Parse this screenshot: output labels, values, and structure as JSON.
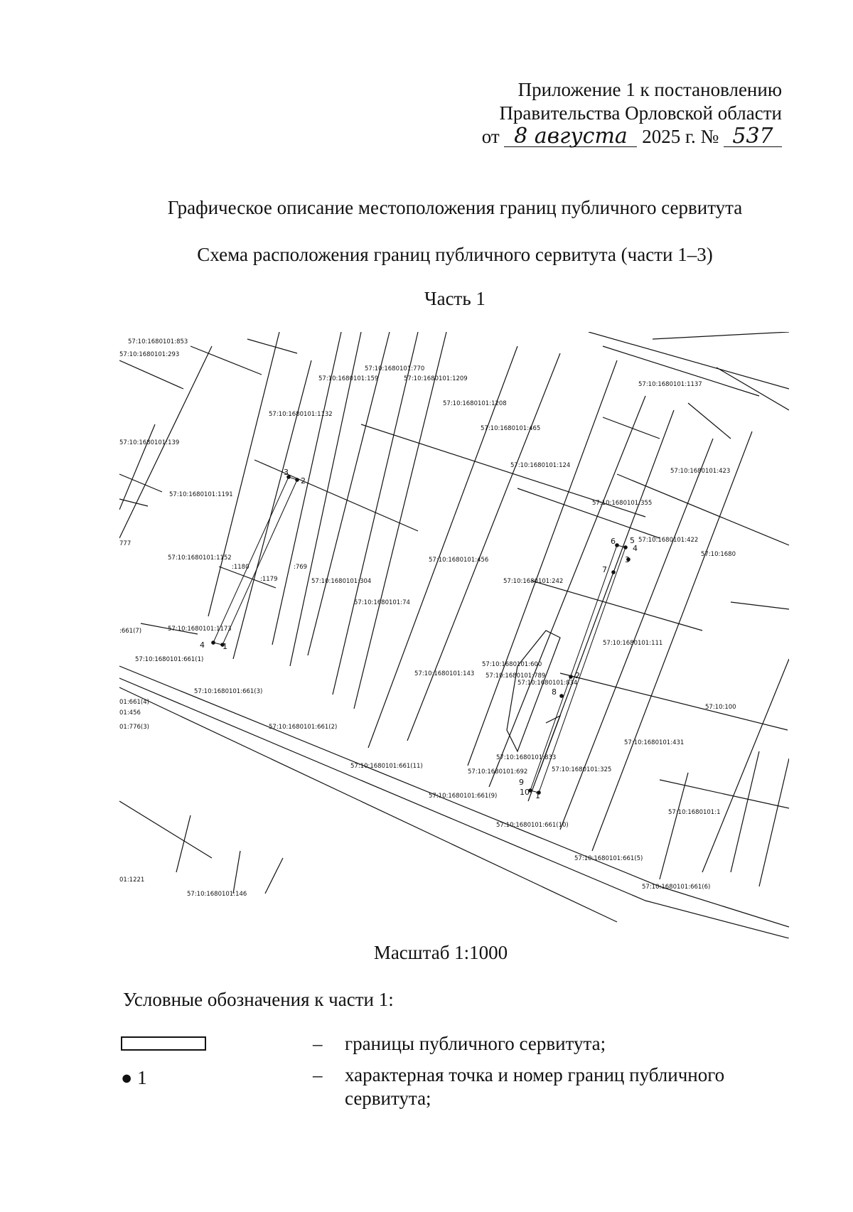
{
  "appendix": {
    "line1": "Приложение 1 к постановлению",
    "line2": "Правительства Орловской области",
    "date_prefix": "от",
    "date_handwritten": "8 августа",
    "year_text": "2025 г. №",
    "number_handwritten": "537"
  },
  "titles": {
    "main": "Графическое описание местоположения границ публичного сервитута",
    "scheme": "Схема расположения границ публичного сервитута (части 1–3)",
    "part": "Часть 1"
  },
  "map": {
    "parcel_labels": [
      "57:10:1680101:853",
      "57:10:1680101:293",
      "57:10:1680101:770",
      "57:10:1680101:159",
      "57:10:1680101:1209",
      "57:10:1680101:1208",
      "57:10:1680101:1137",
      "57:10:1680101:1132",
      "57:10:1680101:465",
      "57:10:1680101:139",
      "57:10:1680101:124",
      "57:10:1680101:423",
      "57:10:1680101:1191",
      "57:10:1680101:355",
      "57:10:1680101:422",
      "57:10:1680",
      "777",
      "57:10:1680101:1152",
      ":1180",
      ":769",
      "57:10:1680101:456",
      ":1179",
      "57:10:1680101:304",
      "57:10:1680101:74",
      "57:10:1680101:242",
      "57:10:1680101:1173",
      ":661(7)",
      "57:10:1680101:111",
      "57:10:1680101:661(1)",
      "57:10:1680101:600",
      "57:10:1680101:143",
      "57:10:1680101:789",
      "57:10:1680101:834",
      "57:10:1680101:661(3)",
      "01:661(4)",
      "01:456",
      "01:776(3)",
      "57:10:1680101:661(2)",
      "57:10:100",
      "57:10:1680101:431",
      "57:10:1680101:833",
      "57:10:1680101:661(11)",
      "57:10:1680101:692",
      "57:10:1680101:325",
      "57:10:1680101:661(9)",
      "57:10:1680101:1",
      "57:10:1680101:661(10)",
      "57:10:1680101:661(5)",
      "01:1221",
      "57:10:1680101:146",
      "57:10:1680101:661(6)"
    ],
    "point_numbers": [
      "1",
      "2",
      "3",
      "4",
      "1",
      "2",
      "3",
      "4",
      "5",
      "6",
      "7",
      "8",
      "9",
      "10"
    ]
  },
  "scale": "Масштаб 1:1000",
  "legend": {
    "title": "Условные обозначения к части 1:",
    "dash": "–",
    "item1": "границы публичного сервитута;",
    "item2_symbol": "1",
    "item2": "характерная точка и номер границ публичного сервитута;"
  }
}
